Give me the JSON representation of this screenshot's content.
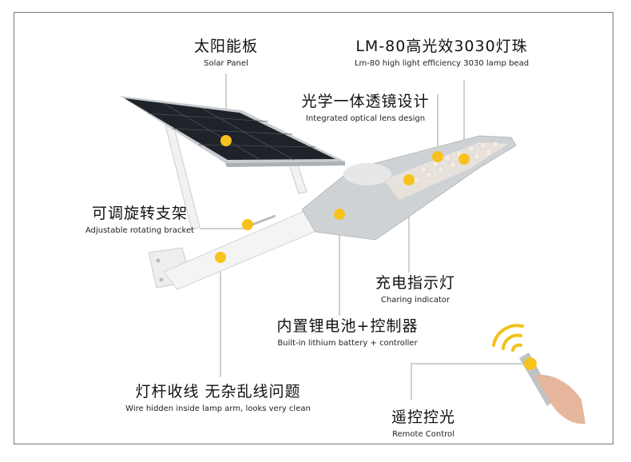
{
  "accent_color": "#F7C21B",
  "labels": {
    "solar_panel": {
      "zh": "太阳能板",
      "en": "Solar Panel"
    },
    "led_bead": {
      "zh": "LM-80高光效3030灯珠",
      "en": "Lm-80 high light efficiency 3030 lamp bead"
    },
    "optical_lens": {
      "zh": "光学一体透镜设计",
      "en": "Integrated optical lens design"
    },
    "bracket": {
      "zh": "可调旋转支架",
      "en": "Adjustable rotating bracket"
    },
    "charging": {
      "zh": "充电指示灯",
      "en": "Charing indicator"
    },
    "battery": {
      "zh": "内置锂电池+控制器",
      "en": "Built-in lithium battery + controller"
    },
    "wire": {
      "zh": "灯杆收线 无杂乱线问题",
      "en": "Wire hidden inside lamp arm, looks very clean"
    },
    "remote": {
      "zh": "遥控控光",
      "en": "Remote Control"
    }
  }
}
